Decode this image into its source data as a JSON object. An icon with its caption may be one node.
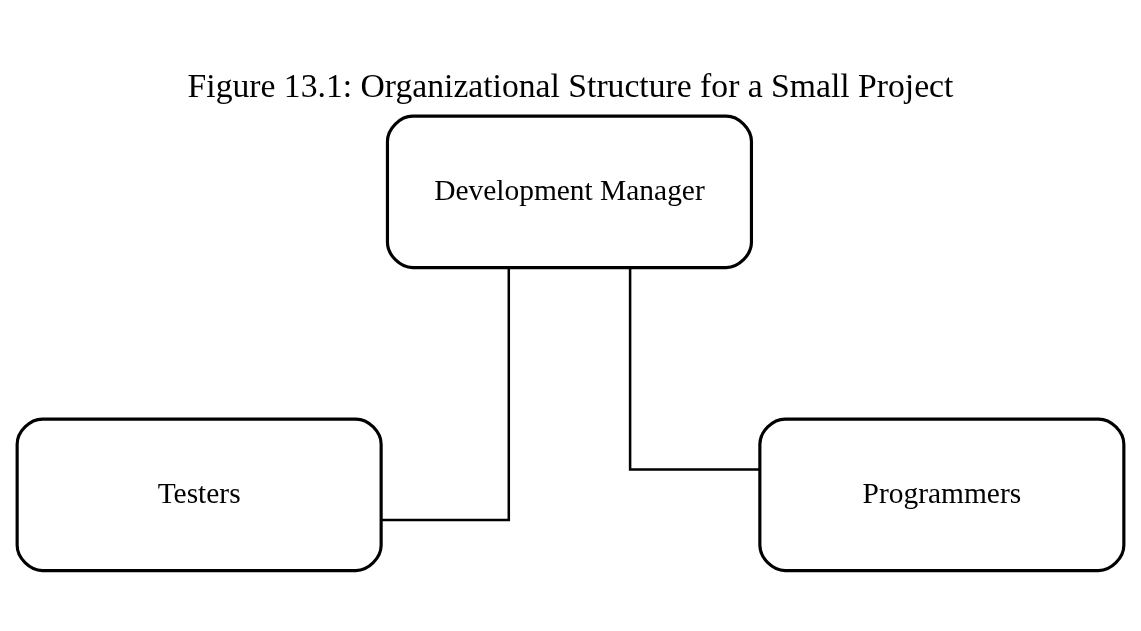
{
  "diagram": {
    "title": "Figure 13.1: Organizational Structure for a Small Project",
    "nodes": [
      {
        "text": [
          "Development Manager"
        ]
      },
      {
        "text": [
          "Testers"
        ]
      },
      {
        "text": [
          "Programmers"
        ]
      }
    ],
    "edges": [
      {
        "from": 0,
        "to": 1,
        "arrow": "none"
      },
      {
        "from": 0,
        "to": 2,
        "arrow": "none"
      }
    ]
  }
}
